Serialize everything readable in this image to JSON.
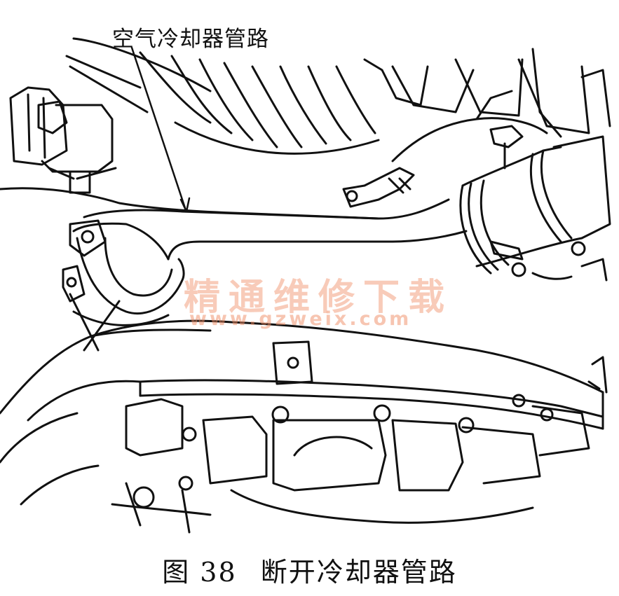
{
  "callout_label": "空气冷却器管路",
  "watermark": {
    "chinese": "精通维修下载",
    "url": "www.gzweix.com"
  },
  "caption": {
    "figure_number": "图 38",
    "title": "断开冷却器管路"
  }
}
